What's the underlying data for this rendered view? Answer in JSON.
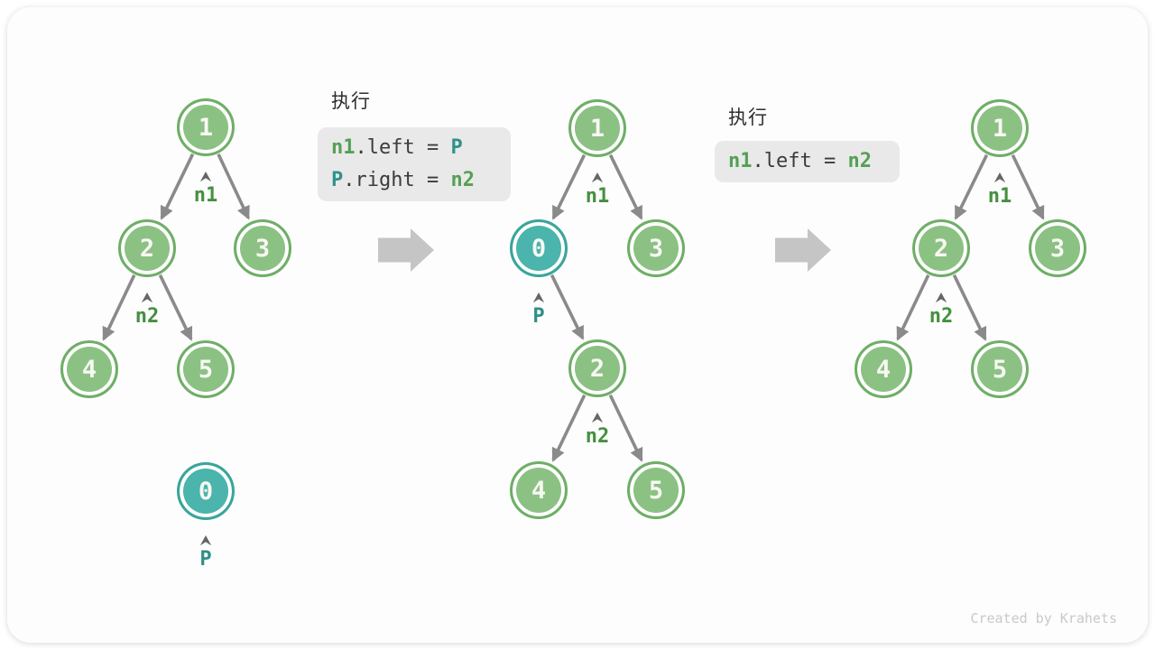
{
  "watermark": "Created by Krahets",
  "colors": {
    "node_green_fill": "#8cc184",
    "node_green_border": "#6fae67",
    "node_teal_fill": "#4bb4ac",
    "node_teal_border": "#3aa59b",
    "label_green": "#44903f",
    "label_teal": "#2f8e88",
    "code_green": "#55a055",
    "code_teal": "#31918b",
    "edge_gray": "#8a8a8a",
    "caret_gray": "#666666",
    "block_arrow_gray": "#c5c5c5",
    "code_box_bg": "#e9e9e9"
  },
  "diagrams": [
    {
      "name": "tree-before",
      "nodes": [
        {
          "value": "1",
          "type": "green"
        },
        {
          "value": "2",
          "type": "green"
        },
        {
          "value": "3",
          "type": "green"
        },
        {
          "value": "4",
          "type": "green"
        },
        {
          "value": "5",
          "type": "green"
        },
        {
          "value": "0",
          "type": "teal"
        }
      ],
      "pointers": [
        {
          "label": "n1",
          "target": 0,
          "type": "green"
        },
        {
          "label": "n2",
          "target": 1,
          "type": "green"
        },
        {
          "label": "P",
          "target": 5,
          "type": "teal"
        }
      ]
    },
    {
      "name": "tree-during",
      "nodes": [
        {
          "value": "1",
          "type": "green"
        },
        {
          "value": "0",
          "type": "teal"
        },
        {
          "value": "3",
          "type": "green"
        },
        {
          "value": "2",
          "type": "green"
        },
        {
          "value": "4",
          "type": "green"
        },
        {
          "value": "5",
          "type": "green"
        }
      ],
      "pointers": [
        {
          "label": "n1",
          "target": 0,
          "type": "green"
        },
        {
          "label": "P",
          "target": 1,
          "type": "teal"
        },
        {
          "label": "n2",
          "target": 3,
          "type": "green"
        }
      ]
    },
    {
      "name": "tree-after",
      "nodes": [
        {
          "value": "1",
          "type": "green"
        },
        {
          "value": "2",
          "type": "green"
        },
        {
          "value": "3",
          "type": "green"
        },
        {
          "value": "4",
          "type": "green"
        },
        {
          "value": "5",
          "type": "green"
        }
      ],
      "pointers": [
        {
          "label": "n1",
          "target": 0,
          "type": "green"
        },
        {
          "label": "n2",
          "target": 1,
          "type": "green"
        }
      ]
    }
  ],
  "code_blocks": [
    {
      "title": "执行",
      "lines": [
        [
          {
            "text": "n1",
            "type": "green"
          },
          {
            "text": ".left = ",
            "type": "plain"
          },
          {
            "text": "P",
            "type": "teal"
          }
        ],
        [
          {
            "text": "P",
            "type": "teal"
          },
          {
            "text": ".right = ",
            "type": "plain"
          },
          {
            "text": "n2",
            "type": "green"
          }
        ]
      ]
    },
    {
      "title": "执行",
      "lines": [
        [
          {
            "text": "n1",
            "type": "green"
          },
          {
            "text": ".left = ",
            "type": "plain"
          },
          {
            "text": "n2",
            "type": "green"
          }
        ]
      ]
    }
  ]
}
